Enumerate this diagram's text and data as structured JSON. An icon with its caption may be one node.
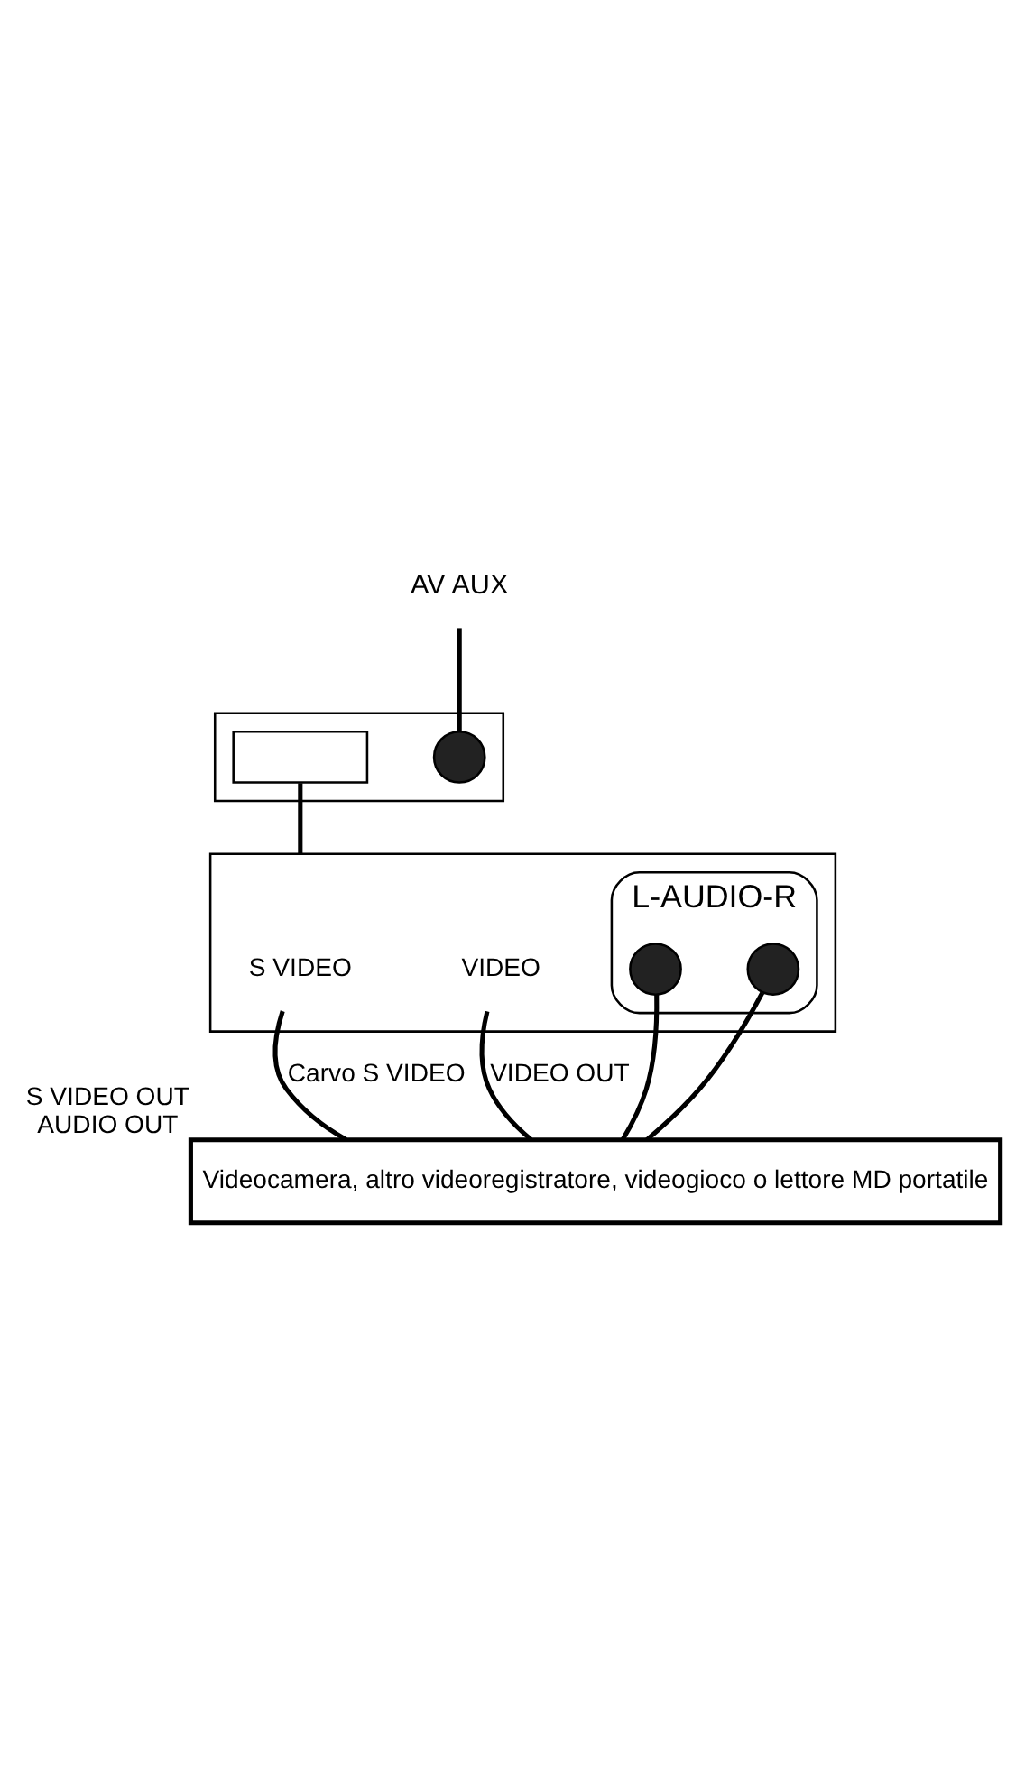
{
  "diagram": {
    "nodes": [
      {
        "text": [
          "AV AUX"
        ]
      },
      {
        "text": [],
        "shape": "box"
      },
      {
        "text": [],
        "shape": "circle",
        "in": 1
      },
      {
        "text": [],
        "shape": "box",
        "in": 1
      },
      {
        "text": [],
        "shape": "box"
      },
      {
        "text": [
          "S VIDEO"
        ],
        "in": 4
      },
      {
        "text": [
          "VIDEO"
        ],
        "in": 4
      },
      {
        "text": [
          "L-AUDIO-R"
        ],
        "in": 4
      },
      {
        "text": [],
        "shape": "circle",
        "in": 7
      },
      {
        "text": [],
        "shape": "circle",
        "in": 7
      },
      {
        "text": [
          "Videocamera, altro videoregistratore, videogioco o lettore MD portatile"
        ],
        "beside": [
          "S VIDEO OUT",
          "AUDIO OUT"
        ]
      }
    ],
    "edges": [
      {
        "from": 0,
        "to": 2,
        "arrow": "none"
      },
      {
        "from": 3,
        "to": 4,
        "arrow": "none"
      },
      {
        "from": 5,
        "to": 10,
        "arrow": "none",
        "label": "Carvo S VIDEO"
      },
      {
        "from": 6,
        "to": 10,
        "arrow": "none",
        "label": "VIDEO OUT"
      },
      {
        "from": 8,
        "to": 10,
        "arrow": "none"
      },
      {
        "from": 9,
        "to": 10,
        "arrow": "none"
      }
    ]
  }
}
